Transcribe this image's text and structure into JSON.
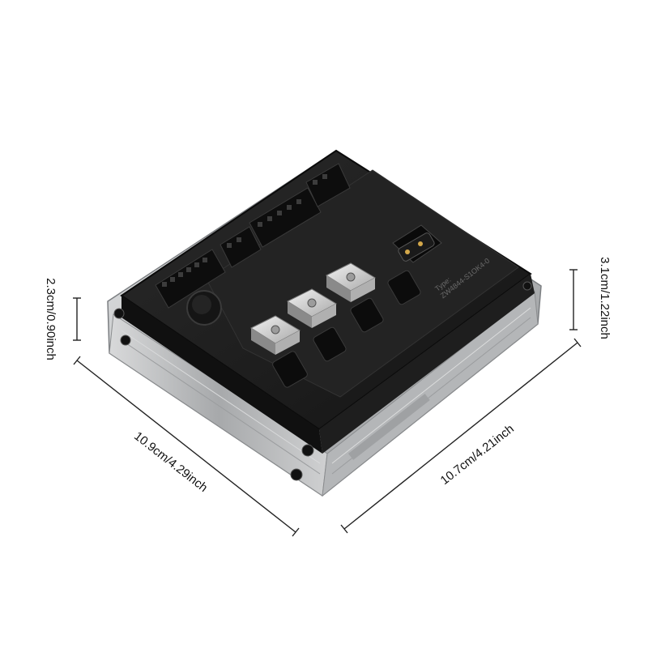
{
  "dimensions": {
    "height_left": "2.3cm/0.90inch",
    "height_right": "3.1cm/1.22inch",
    "length_left": "10.9cm/4.29inch",
    "length_right": "10.7cm/4.21inch"
  },
  "product": {
    "label_line1": "Type:",
    "label_line2": "ZW4844-S1OK4-0"
  },
  "colors": {
    "housing": "#1b1b1b",
    "frame": "#c9cbcd",
    "dimension_line": "#222222"
  }
}
